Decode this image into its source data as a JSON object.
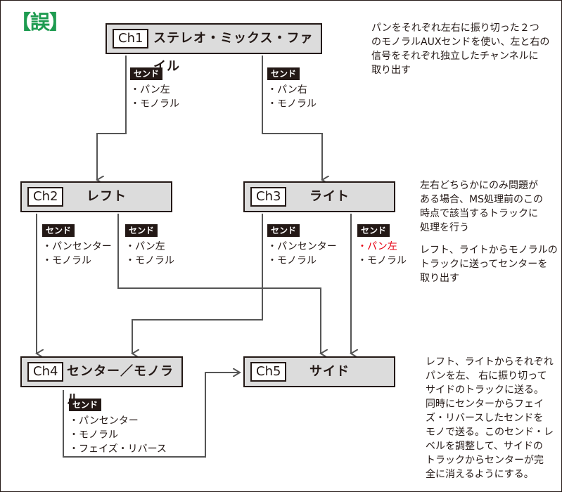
{
  "title": "【誤】",
  "channels": {
    "ch1": {
      "id": "Ch1",
      "name": "ステレオ・ミックス・ファイル"
    },
    "ch2": {
      "id": "Ch2",
      "name": "レフト"
    },
    "ch3": {
      "id": "Ch3",
      "name": "ライト"
    },
    "ch4": {
      "id": "Ch4",
      "name": "センター／モノラル"
    },
    "ch5": {
      "id": "Ch5",
      "name": "サイド"
    }
  },
  "sends": {
    "ch1_left": {
      "label": "センド",
      "items": [
        "・パン左",
        "・モノラル"
      ]
    },
    "ch1_right": {
      "label": "センド",
      "items": [
        "・パン右",
        "・モノラル"
      ]
    },
    "ch2_a": {
      "label": "センド",
      "items": [
        "・パンセンター",
        "・モノラル"
      ]
    },
    "ch2_b": {
      "label": "センド",
      "items": [
        "・パン左",
        "・モノラル"
      ]
    },
    "ch3_a": {
      "label": "センド",
      "items": [
        "・パンセンター",
        "・モノラル"
      ]
    },
    "ch3_b": {
      "label": "センド",
      "items": [
        "・パン左",
        "・モノラル"
      ]
    },
    "ch4": {
      "label": "センド",
      "items": [
        "・パンセンター",
        "・モノラル",
        "・フェイズ・リバース"
      ]
    }
  },
  "notes": {
    "top": [
      "パンをそれぞれ左右に振り切った２つ",
      "のモノラルAUXセンドを使い、左と右の",
      "信号をそれぞれ独立したチャンネルに",
      "取り出す"
    ],
    "middle1": [
      "左右どちらかにのみ問題が",
      "ある場合、MS処理前のこの",
      "時点で該当するトラックに",
      "処理を行う"
    ],
    "middle2": [
      "レフト、ライトからモノラルの",
      "トラックに送ってセンターを",
      "取り出す"
    ],
    "bottom": [
      "レフト、ライトからそれぞれ",
      "パンを左、 右に振り切って",
      "サイドのトラックに送る。",
      "同時にセンターからフェイ",
      "ズ・リバースしたセンドを",
      "モノで送る。このセンド・レ",
      "ベルを調整して、サイドの",
      "トラックからセンターが完",
      "全に消えるようにする。"
    ]
  },
  "colors": {
    "accent_title": "#1e9b50",
    "highlight": "#e60012",
    "box_fill": "#dcdcdc",
    "line": "#555555"
  }
}
